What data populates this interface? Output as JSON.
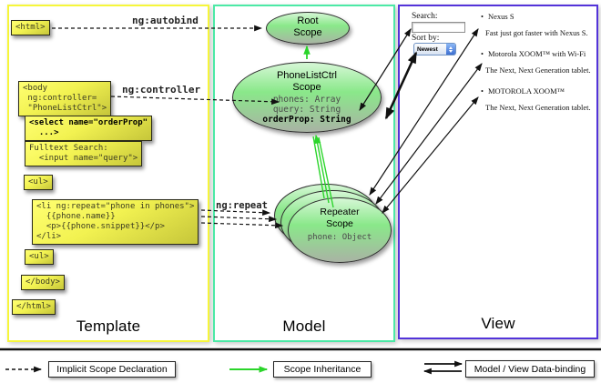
{
  "columns": {
    "template": {
      "label": "Template"
    },
    "model": {
      "label": "Model"
    },
    "view": {
      "label": "View"
    }
  },
  "edge_labels": {
    "autobind": "ng:autobind",
    "controller": "ng:controller",
    "repeat": "ng:repeat"
  },
  "template_boxes": {
    "html_open": "<html>",
    "body_open": "<body\n ng:controller=\n \"PhoneListCtrl\">",
    "select": "<select name=\"orderProp\"\n  ...>",
    "fulltext": "Fulltext Search:\n  <input name=\"query\">",
    "ul_open": "<ul>",
    "li_repeat": "<li ng:repeat=\"phone in phones\">\n  {{phone.name}}\n  <p>{{phone.snippet}}</p>\n</li>",
    "ul_close": "<ul>",
    "body_close": "</body>",
    "html_close": "</html>"
  },
  "scopes": {
    "root": {
      "line1": "Root",
      "line2": "Scope"
    },
    "phonelist": {
      "line1": "PhoneListCtrl",
      "line2": "Scope",
      "props": [
        "phones: Array",
        "query: String"
      ],
      "prop_bold": "orderProp: String"
    },
    "repeater": {
      "line1": "Repeater",
      "line2": "Scope",
      "prop": "phone: Object"
    }
  },
  "view": {
    "search_label": "Search:",
    "sort_label": "Sort by:",
    "sort_value": "Newest",
    "items": [
      {
        "title": "Nexus S",
        "desc": "Fast just got faster with Nexus S."
      },
      {
        "title": "Motorola XOOM™ with Wi-Fi",
        "desc": "The Next, Next Generation tablet."
      },
      {
        "title": "MOTOROLA XOOM™",
        "desc": "The Next, Next Generation tablet."
      }
    ]
  },
  "legend": {
    "implicit": "Implicit Scope Declaration",
    "inheritance": "Scope Inheritance",
    "binding": "Model / View Data-binding"
  },
  "colors": {
    "template_border": "#f6f63a",
    "model_border": "#4ce9a6",
    "view_border": "#5333d9",
    "inheritance_green": "#2bd52b",
    "scope_green": "#8ae88a",
    "box_yellow": "#f2f251"
  }
}
